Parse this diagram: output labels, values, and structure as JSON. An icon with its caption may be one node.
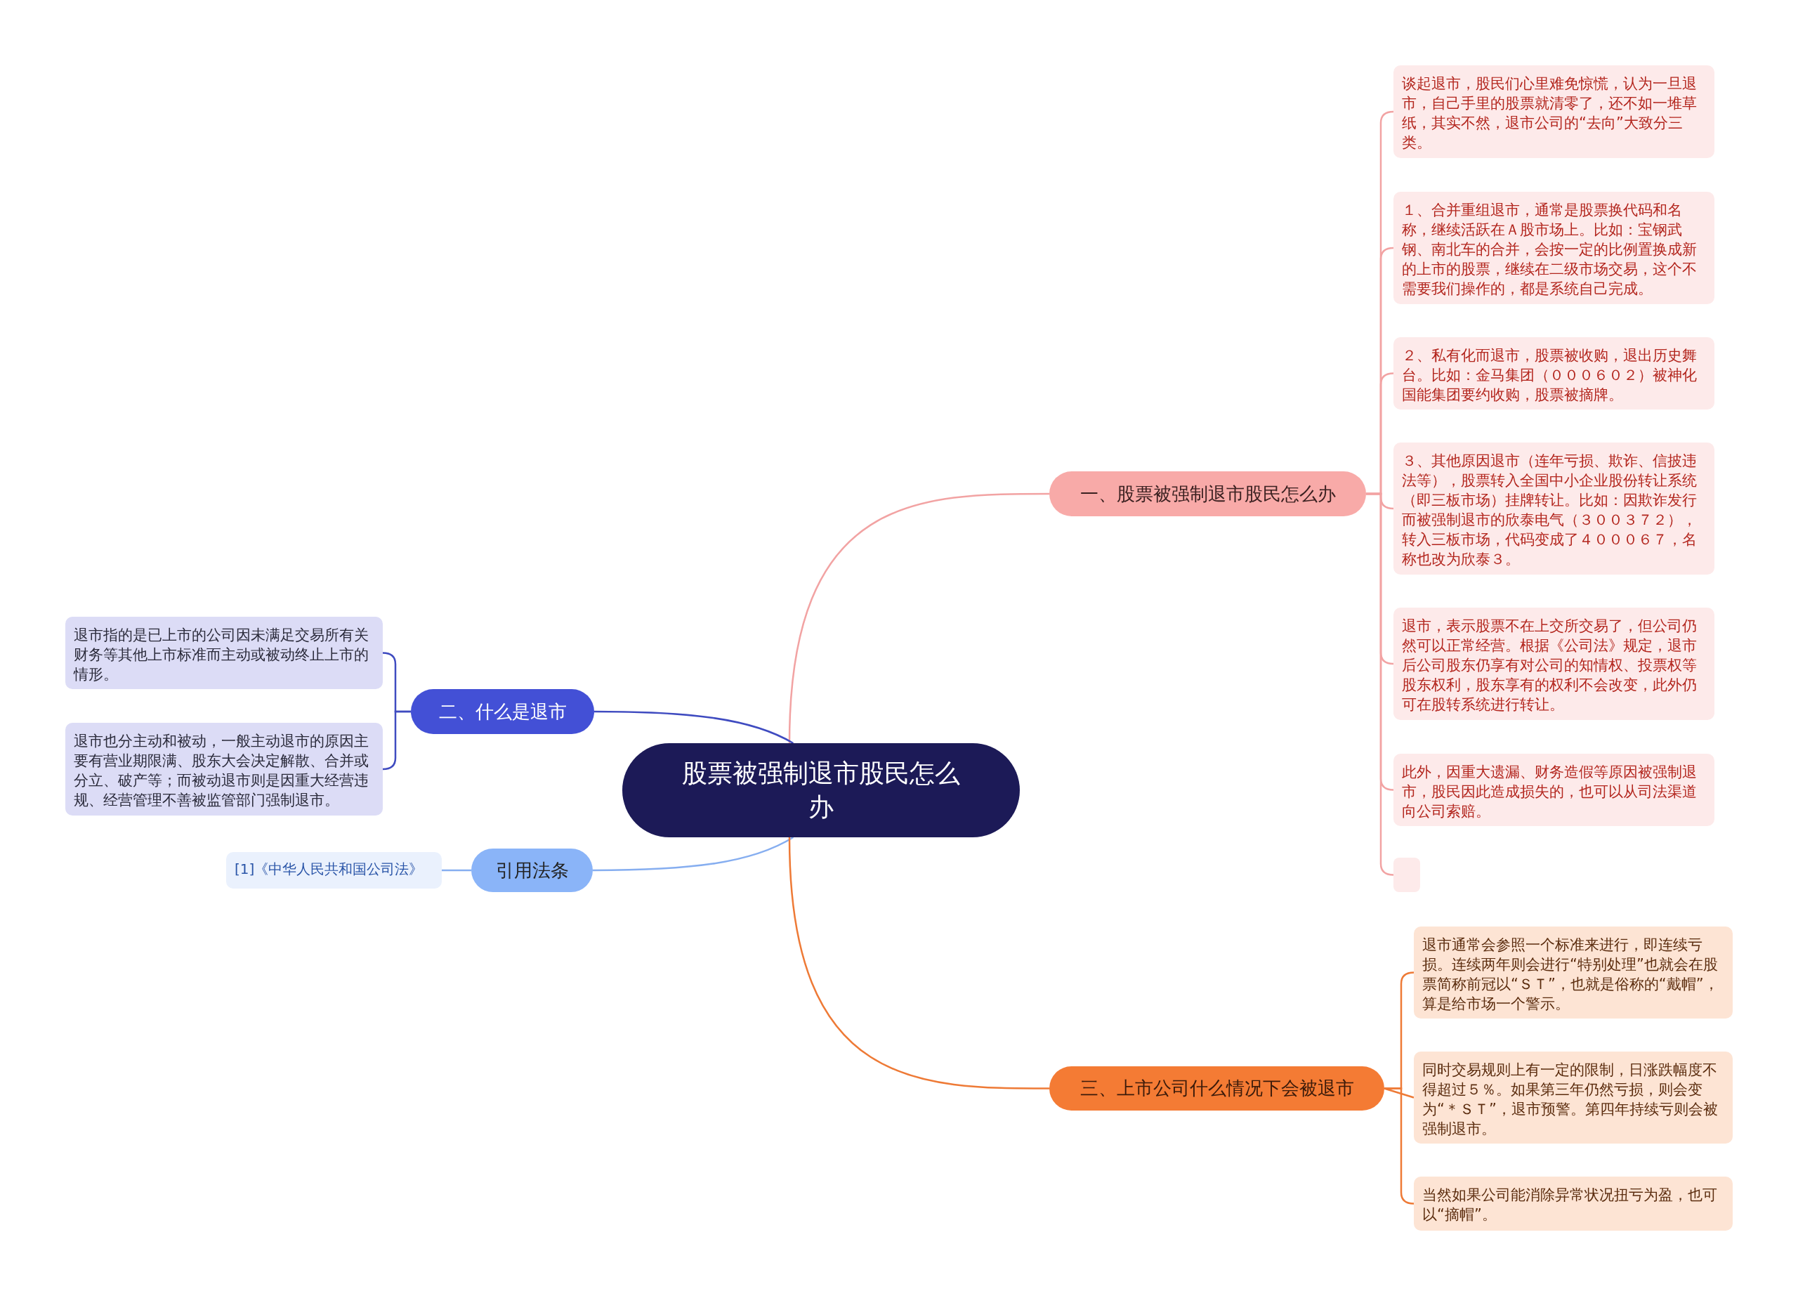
{
  "diagram": {
    "nodes": [
      {
        "text": [
          "股票被强制退市股民怎么办"
        ]
      },
      {
        "text": [
          "一、股票被强制退市股民怎么办"
        ]
      },
      {
        "text": [
          "谈起退市，股民们心里难免惊慌，认为一旦退市，自己手里的股票就清零了，还不如一堆草纸，其实不然，退市公司的“去向”大致分三类。"
        ]
      },
      {
        "text": [
          "１、合并重组退市，通常是股票换代码和名称，继续活跃在Ａ股市场上。比如：宝钢武钢、南北车的合并，会按一定的比例置换成新的上市的股票，继续在二级市场交易，这个不需要我们操作的，都是系统自己完成。"
        ]
      },
      {
        "text": [
          "２、私有化而退市，股票被收购，退出历史舞台。比如：金马集团（０００６０２）被神化国能集团要约收购，股票被摘牌。"
        ]
      },
      {
        "text": [
          "３、其他原因退市（连年亏损、欺诈、信披违法等），股票转入全国中小企业股份转让系统（即三板市场）挂牌转让。比如：因欺诈发行而被强制退市的欣泰电气（３００３７２），转入三板市场，代码变成了４０００６７，名称也改为欣泰３。"
        ]
      },
      {
        "text": [
          "退市，表示股票不在上交所交易了，但公司仍然可以正常经营。根据《公司法》规定，退市后公司股东仍享有对公司的知情权、投票权等股东权利，股东享有的权利不会改变，此外仍可在股转系统进行转让。"
        ]
      },
      {
        "text": [
          "此外，因重大遗漏、财务造假等原因被强制退市，股民因此造成损失的，也可以从司法渠道向公司索赔。"
        ]
      },
      {
        "text": [],
        "shape": "box"
      },
      {
        "text": [
          "二、什么是退市"
        ]
      },
      {
        "text": [
          "退市指的是已上市的公司因未满足交易所有关财务等其他上市标准而主动或被动终止上市的情形。"
        ]
      },
      {
        "text": [
          "退市也分主动和被动，一般主动退市的原因主要有营业期限满、股东大会决定解散、合并或分立、破产等；而被动退市则是因重大经营违规、经营管理不善被监管部门强制退市。"
        ]
      },
      {
        "text": [
          "引用法条"
        ]
      },
      {
        "text": [
          "[1]《中华人民共和国公司法》"
        ]
      },
      {
        "text": [
          "三、上市公司什么情况下会被退市"
        ]
      },
      {
        "text": [
          "退市通常会参照一个标准来进行，即连续亏损。连续两年则会进行“特别处理”也就会在股票简称前冠以“ＳＴ”，也就是俗称的“戴帽”，算是给市场一个警示。"
        ]
      },
      {
        "text": [
          "同时交易规则上有一定的限制，日涨跌幅度不得超过５％。如果第三年仍然亏损，则会变为“＊ＳＴ”，退市预警。第四年持续亏则会被强制退市。"
        ]
      },
      {
        "text": [
          "当然如果公司能消除异常状况扭亏为盈，也可以“摘帽”。"
        ]
      }
    ],
    "edges": [
      {
        "from": 0,
        "to": 1,
        "arrow": "none"
      },
      {
        "from": 1,
        "to": 2,
        "arrow": "none"
      },
      {
        "from": 1,
        "to": 3,
        "arrow": "none"
      },
      {
        "from": 1,
        "to": 4,
        "arrow": "none"
      },
      {
        "from": 1,
        "to": 5,
        "arrow": "none"
      },
      {
        "from": 1,
        "to": 6,
        "arrow": "none"
      },
      {
        "from": 1,
        "to": 7,
        "arrow": "none"
      },
      {
        "from": 1,
        "to": 8,
        "arrow": "none"
      },
      {
        "from": 0,
        "to": 9,
        "arrow": "none",
        "color": "#3f4bc0"
      },
      {
        "from": 9,
        "to": 10,
        "arrow": "none",
        "color": "#3f4bc0"
      },
      {
        "from": 9,
        "to": 11,
        "arrow": "none",
        "color": "#3f4bc0"
      },
      {
        "from": 0,
        "to": 12,
        "arrow": "none",
        "color": "#86aef0"
      },
      {
        "from": 12,
        "to": 13,
        "arrow": "none",
        "color": "#86aef0"
      },
      {
        "from": 0,
        "to": 14,
        "arrow": "none",
        "color": "#ee7a36"
      },
      {
        "from": 14,
        "to": 15,
        "arrow": "none",
        "color": "#ee7a36"
      },
      {
        "from": 14,
        "to": 16,
        "arrow": "none",
        "color": "#ee7a36"
      },
      {
        "from": 14,
        "to": 17,
        "arrow": "none",
        "color": "#ee7a36"
      }
    ]
  }
}
